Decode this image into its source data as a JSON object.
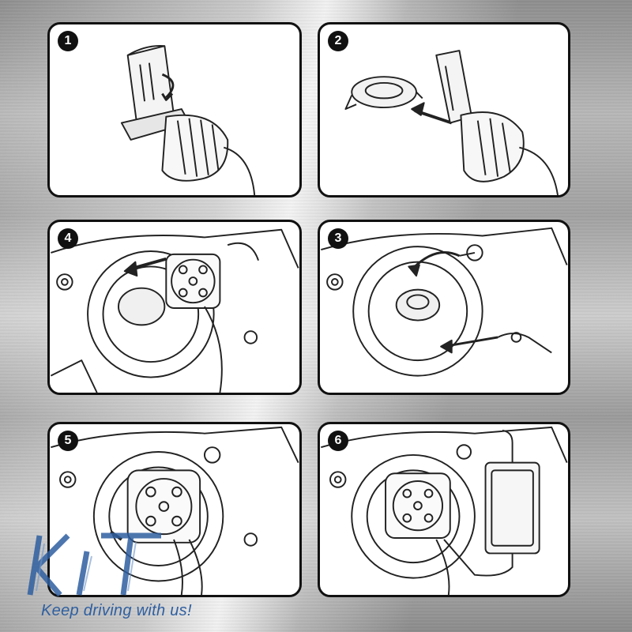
{
  "steps": [
    {
      "number": "1"
    },
    {
      "number": "2"
    },
    {
      "number": "4"
    },
    {
      "number": "3"
    },
    {
      "number": "5"
    },
    {
      "number": "6"
    }
  ],
  "branding": {
    "logo_text": "KIT",
    "slogan": "Keep driving with us!",
    "logo_color": "#2f5fa0"
  },
  "colors": {
    "panel_border": "#111111",
    "line": "#222222"
  }
}
